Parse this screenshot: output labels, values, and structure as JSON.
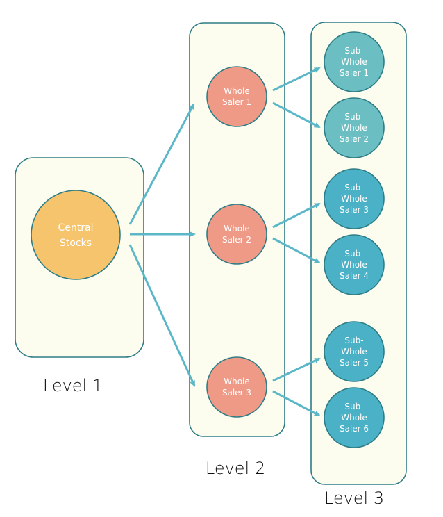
{
  "levels": {
    "level1_label": "Level 1",
    "level2_label": "Level 2",
    "level3_label": "Level 3"
  },
  "central": {
    "lines": [
      "Central",
      "Stocks"
    ]
  },
  "wholesalers": [
    {
      "lines": [
        "Whole",
        "Saler 1"
      ]
    },
    {
      "lines": [
        "Whole",
        "Saler 2"
      ]
    },
    {
      "lines": [
        "Whole",
        "Saler 3"
      ]
    }
  ],
  "subwholesalers": [
    {
      "lines": [
        "Sub-",
        "Whole",
        "Saler 1"
      ]
    },
    {
      "lines": [
        "Sub-",
        "Whole",
        "Saler 2"
      ]
    },
    {
      "lines": [
        "Sub-",
        "Whole",
        "Saler 3"
      ]
    },
    {
      "lines": [
        "Sub-",
        "Whole",
        "Saler 4"
      ]
    },
    {
      "lines": [
        "Sub-",
        "Whole",
        "Saler 5"
      ]
    },
    {
      "lines": [
        "Sub-",
        "Whole",
        "Saler 6"
      ]
    }
  ],
  "colors": {
    "panel_fill": "#fdfdef",
    "panel_border": "#2e7d86",
    "central_fill": "#f6c46d",
    "wholesaler_fill": "#ee9a86",
    "sub_light_fill": "#6bbfc3",
    "sub_dark_fill": "#4ab1c6",
    "arrow": "#5bb7c8"
  }
}
